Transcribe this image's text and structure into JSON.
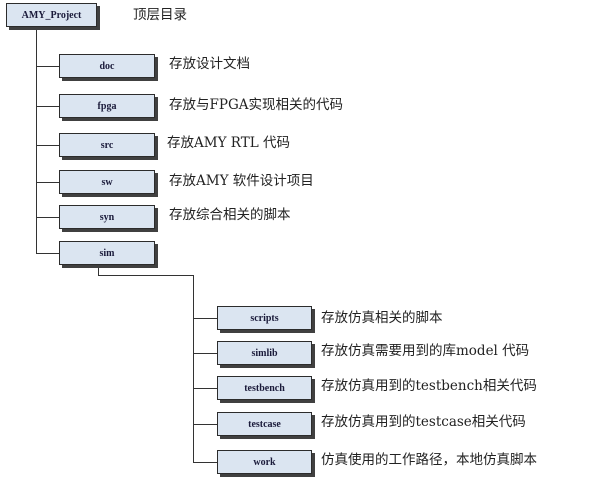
{
  "root": {
    "label": "AMY_Project",
    "desc": "顶层目录"
  },
  "level1": [
    {
      "id": "doc",
      "label": "doc",
      "desc": "存放设计文档"
    },
    {
      "id": "fpga",
      "label": "fpga",
      "desc": "存放与FPGA实现相关的代码"
    },
    {
      "id": "src",
      "label": "src",
      "desc": "存放AMY RTL 代码"
    },
    {
      "id": "sw",
      "label": "sw",
      "desc": "存放AMY 软件设计项目"
    },
    {
      "id": "syn",
      "label": "syn",
      "desc": "存放综合相关的脚本"
    },
    {
      "id": "sim",
      "label": "sim",
      "desc": ""
    }
  ],
  "sim_children": [
    {
      "id": "scripts",
      "label": "scripts",
      "desc": "存放仿真相关的脚本"
    },
    {
      "id": "simlib",
      "label": "simlib",
      "desc": "存放仿真需要用到的库model 代码"
    },
    {
      "id": "testbench",
      "label": "testbench",
      "desc": "存放仿真用到的testbench相关代码"
    },
    {
      "id": "testcase",
      "label": "testcase",
      "desc": "存放仿真用到的testcase相关代码"
    },
    {
      "id": "work",
      "label": "work",
      "desc": "仿真使用的工作路径，本地仿真脚本"
    }
  ],
  "colors": {
    "box_fill": "#dbe5f1",
    "box_border": "#2c2c2c",
    "shadow": "#404040",
    "line": "#333333"
  }
}
